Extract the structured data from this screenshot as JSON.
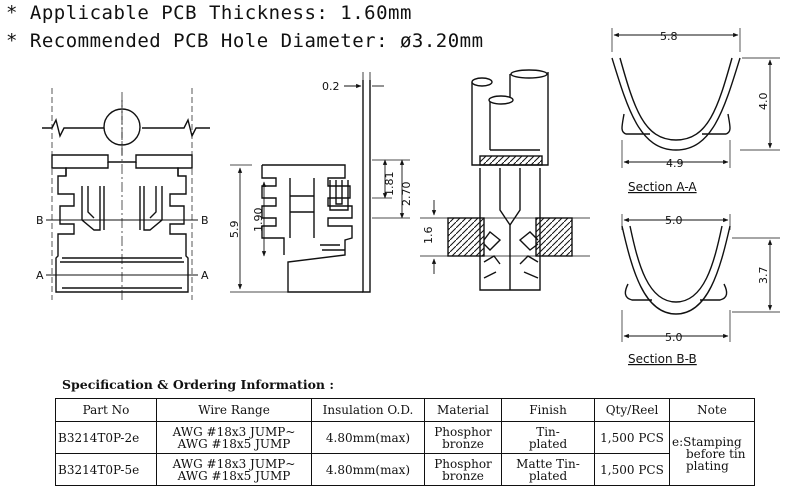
{
  "notes": {
    "pcb_thickness": "* Applicable PCB Thickness: 1.60mm",
    "hole_diameter": "* Recommended PCB Hole Diameter: ø3.20mm"
  },
  "dimensions": {
    "top_wall": "0.2",
    "height_total": "5.9",
    "height_mid": "1.90",
    "slot_1": "1.81",
    "slot_2": "2.70",
    "pcb": "1.6",
    "sec_a_top": "5.8",
    "sec_a_height": "4.0",
    "sec_a_bottom": "4.9",
    "sec_b_top": "5.0",
    "sec_b_height": "3.7",
    "sec_b_bottom": "5.0"
  },
  "markers": {
    "b": "B",
    "a": "A"
  },
  "sections": {
    "a": "Section A-A",
    "b": "Section B-B"
  },
  "spec": {
    "title": "Specification & Ordering Information :",
    "headers": [
      "Part No",
      "Wire Range",
      "Insulation O.D.",
      "Material",
      "Finish",
      "Qty/Reel",
      "Note"
    ],
    "rows": [
      {
        "part_no": "B3214T0P-2e",
        "wire_range_1": "AWG #18x3 JUMP~",
        "wire_range_2": "AWG #18x5 JUMP",
        "insulation": "4.80mm(max)",
        "material_1": "Phosphor",
        "material_2": "bronze",
        "finish_1": "Tin-",
        "finish_2": "plated",
        "qty": "1,500 PCS"
      },
      {
        "part_no": "B3214T0P-5e",
        "wire_range_1": "AWG #18x3 JUMP~",
        "wire_range_2": "AWG #18x5 JUMP",
        "insulation": "4.80mm(max)",
        "material_1": "Phosphor",
        "material_2": "bronze",
        "finish_1": "Matte Tin-",
        "finish_2": "plated",
        "qty": "1,500 PCS"
      }
    ],
    "note_1": "e:Stamping",
    "note_2": "before tin",
    "note_3": "plating"
  }
}
